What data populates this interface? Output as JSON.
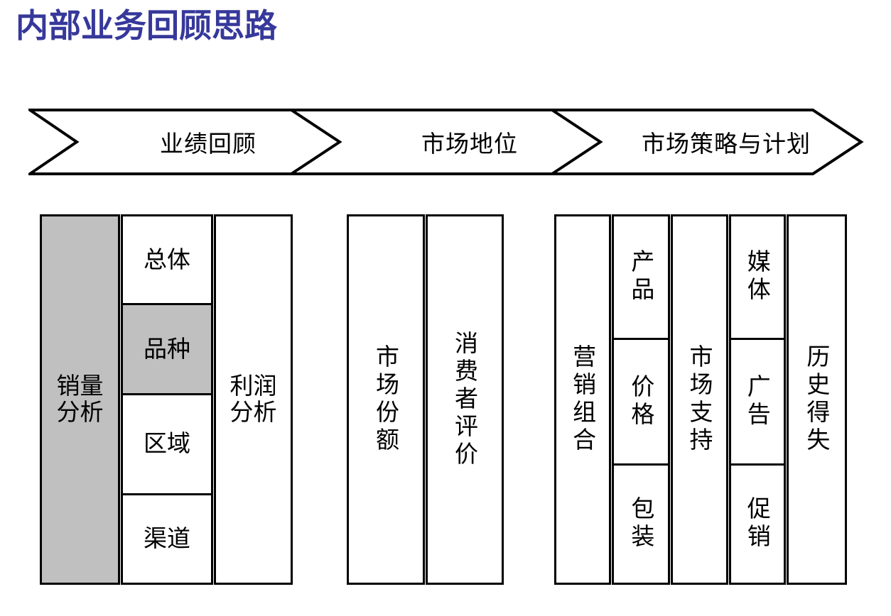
{
  "title": "内部业务回顾思路",
  "colors": {
    "title": "#36389a",
    "outline": "#000000",
    "shaded_fill": "#c0c0c0",
    "background": "#ffffff"
  },
  "banner": {
    "shape": "chevron-arrow-bar",
    "segments": [
      {
        "label": "业绩回顾"
      },
      {
        "label": "市场地位"
      },
      {
        "label": "市场策略与计划"
      }
    ]
  },
  "diagram": {
    "groups": [
      {
        "name": "业绩回顾",
        "columns": [
          {
            "shaded": true,
            "orientation": "horizontal",
            "cells": [
              {
                "label": "销量\n分析",
                "shaded": true
              }
            ]
          },
          {
            "shaded": false,
            "orientation": "horizontal",
            "cells": [
              {
                "label": "总体",
                "shaded": false
              },
              {
                "label": "品种",
                "shaded": true
              },
              {
                "label": "区域",
                "shaded": false
              },
              {
                "label": "渠道",
                "shaded": false
              }
            ]
          },
          {
            "shaded": false,
            "orientation": "horizontal",
            "cells": [
              {
                "label": "利润\n分析",
                "shaded": false
              }
            ]
          }
        ]
      },
      {
        "name": "市场地位",
        "columns": [
          {
            "shaded": false,
            "orientation": "vertical",
            "cells": [
              {
                "label": "市场份额",
                "shaded": false
              }
            ]
          },
          {
            "shaded": false,
            "orientation": "vertical",
            "cells": [
              {
                "label": "消费者评价",
                "shaded": false
              }
            ]
          }
        ]
      },
      {
        "name": "市场策略与计划",
        "columns": [
          {
            "shaded": false,
            "orientation": "vertical",
            "cells": [
              {
                "label": "营销组合",
                "shaded": false
              }
            ]
          },
          {
            "shaded": false,
            "orientation": "vertical",
            "cells": [
              {
                "label": "产品",
                "shaded": false
              },
              {
                "label": "价格",
                "shaded": false
              },
              {
                "label": "包装",
                "shaded": false
              }
            ]
          },
          {
            "shaded": false,
            "orientation": "vertical",
            "cells": [
              {
                "label": "市场支持",
                "shaded": false
              }
            ]
          },
          {
            "shaded": false,
            "orientation": "vertical",
            "cells": [
              {
                "label": "媒体",
                "shaded": false
              },
              {
                "label": "广告",
                "shaded": false
              },
              {
                "label": "促销",
                "shaded": false
              }
            ]
          },
          {
            "shaded": false,
            "orientation": "vertical",
            "cells": [
              {
                "label": "历史得失",
                "shaded": false
              }
            ]
          }
        ]
      }
    ]
  }
}
